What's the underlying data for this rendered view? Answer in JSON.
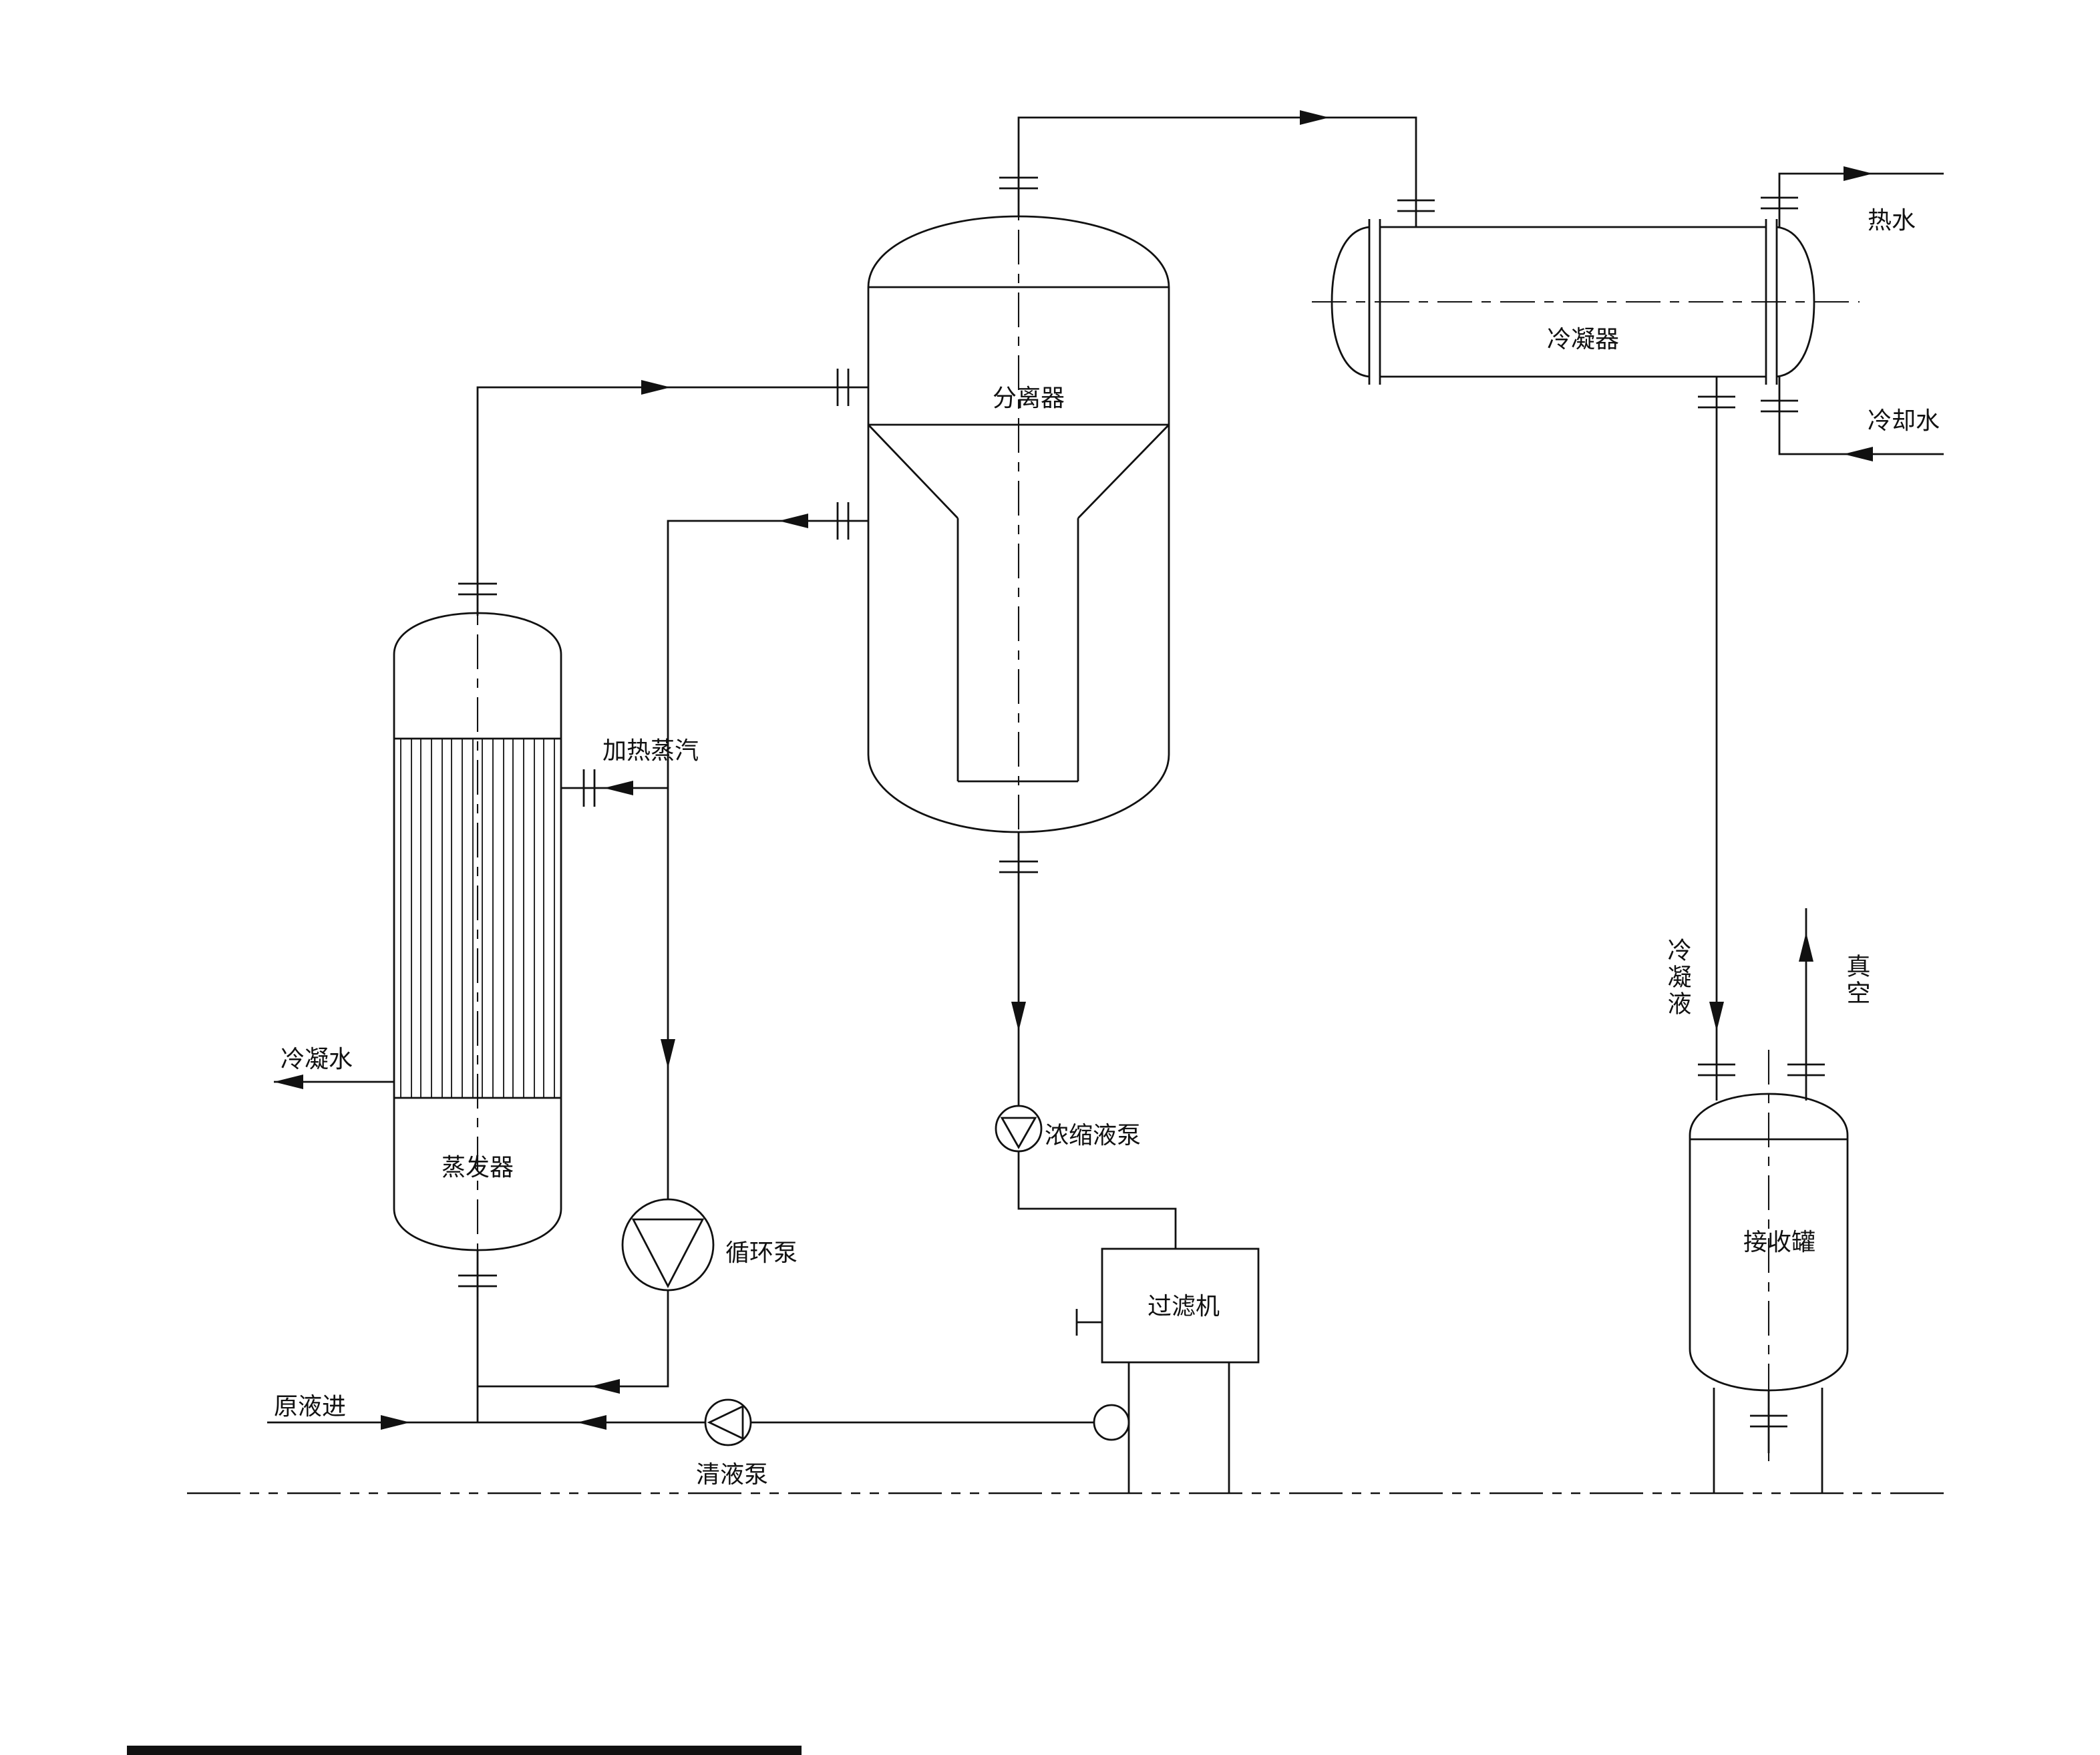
{
  "page": {
    "background_color": "#ffffff",
    "line_color": "#111111",
    "diagram_type": "process-flow-diagram"
  },
  "equipment_labels": {
    "evaporator": "蒸发器",
    "separator": "分离器",
    "condenser": "冷凝器",
    "receiver_tank": "接收罐",
    "filter": "过滤机",
    "circulation_pump": "循环泵",
    "clear_liquid_pump": "清液泵",
    "concentrate_pump": "浓缩液泵"
  },
  "stream_labels": {
    "heating_steam": "加热蒸汽",
    "condensate_water": "冷凝水",
    "raw_feed": "原液进",
    "hot_water": "热水",
    "cooling_water": "冷却水",
    "condensate_liquid": "冷凝液",
    "vacuum": "真空"
  }
}
